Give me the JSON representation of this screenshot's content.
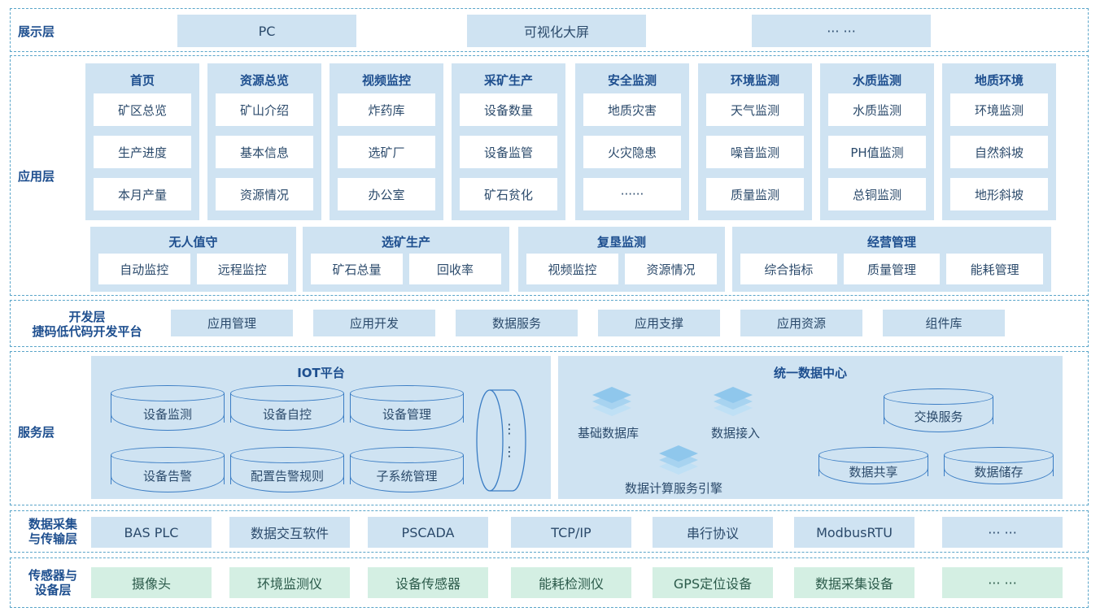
{
  "display_layer": {
    "label": "展示层",
    "items": [
      "PC",
      "可视化大屏",
      "··· ···"
    ]
  },
  "app_layer": {
    "label": "应用层",
    "groups": [
      {
        "title": "首页",
        "items": [
          "矿区总览",
          "生产进度",
          "本月产量"
        ]
      },
      {
        "title": "资源总览",
        "items": [
          "矿山介绍",
          "基本信息",
          "资源情况"
        ]
      },
      {
        "title": "视频监控",
        "items": [
          "炸药库",
          "选矿厂",
          "办公室"
        ]
      },
      {
        "title": "采矿生产",
        "items": [
          "设备数量",
          "设备监管",
          "矿石贫化"
        ]
      },
      {
        "title": "安全监测",
        "items": [
          "地质灾害",
          "火灾隐患",
          "······"
        ]
      },
      {
        "title": "环境监测",
        "items": [
          "天气监测",
          "噪音监测",
          "质量监测"
        ]
      },
      {
        "title": "水质监测",
        "items": [
          "水质监测",
          "PH值监测",
          "总铜监测"
        ]
      },
      {
        "title": "地质环境",
        "items": [
          "环境监测",
          "自然斜坡",
          "地形斜坡"
        ]
      }
    ],
    "groups2": [
      {
        "title": "无人值守",
        "items": [
          "自动监控",
          "远程监控"
        ]
      },
      {
        "title": "选矿生产",
        "items": [
          "矿石总量",
          "回收率"
        ]
      },
      {
        "title": "复垦监测",
        "items": [
          "视频监控",
          "资源情况"
        ]
      },
      {
        "title": "经营管理",
        "items": [
          "综合指标",
          "质量管理",
          "能耗管理"
        ]
      }
    ]
  },
  "dev_layer": {
    "label_line1": "开发层",
    "label_line2": "捷码低代码开发平台",
    "items": [
      "应用管理",
      "应用开发",
      "数据服务",
      "应用支撑",
      "应用资源",
      "组件库"
    ]
  },
  "service_layer": {
    "label": "服务层",
    "iot": {
      "title": "IOT平台",
      "items": [
        "设备监测",
        "设备自控",
        "设备管理",
        "设备告警",
        "配置告警规则",
        "子系统管理"
      ],
      "more": "⋮"
    },
    "data_center": {
      "title": "统一数据中心",
      "stacks": [
        "基础数据库",
        "数据接入",
        "数据计算服务引擎"
      ],
      "cylinders": [
        "交换服务",
        "数据共享",
        "数据储存"
      ]
    }
  },
  "collect_layer": {
    "label_line1": "数据采集",
    "label_line2": "与传输层",
    "items": [
      "BAS PLC",
      "数据交互软件",
      "PSCADA",
      "TCP/IP",
      "串行协议",
      "ModbusRTU",
      "··· ···"
    ]
  },
  "sensor_layer": {
    "label_line1": "传感器与",
    "label_line2": "设备层",
    "items": [
      "摄像头",
      "环境监测仪",
      "设备传感器",
      "能耗检测仪",
      "GPS定位设备",
      "数据采集设备",
      "··· ···"
    ]
  },
  "colors": {
    "box": "#cfe3f2",
    "green": "#d4efe3",
    "label": "#1e4f8f",
    "dashed": "#5aa5c9"
  }
}
